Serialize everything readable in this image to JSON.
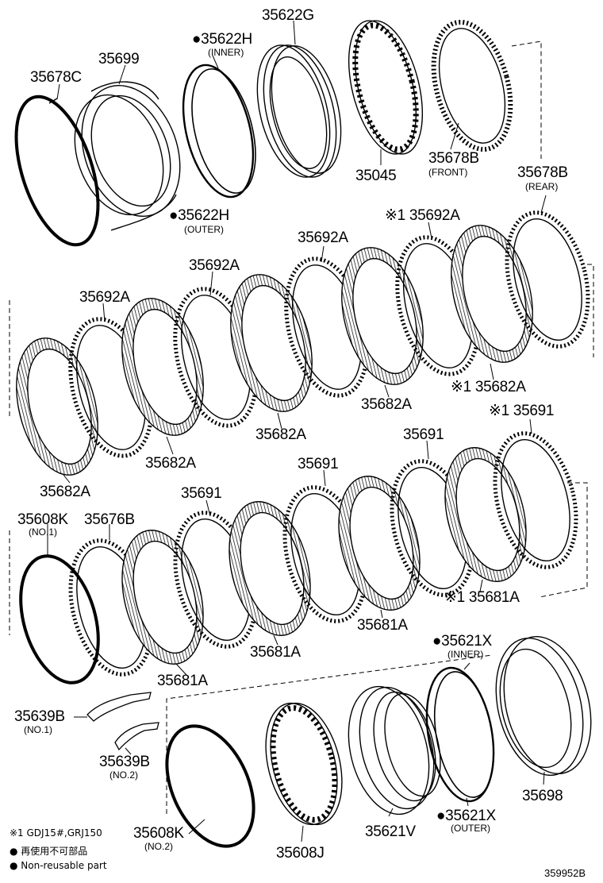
{
  "labels": {
    "p35678C": "35678C",
    "p35699": "35699",
    "p35622H_inner": "●35622H",
    "p35622H_inner_sub": "(INNER)",
    "p35622G": "35622G",
    "p35622H_outer": "●35622H",
    "p35622H_outer_sub": "(OUTER)",
    "p35045": "35045",
    "p35678B_front": "35678B",
    "p35678B_front_sub": "(FRONT)",
    "p35678B_rear": "35678B",
    "p35678B_rear_sub": "(REAR)",
    "p35692A_1": "※1 35692A",
    "p35692A_2": "35692A",
    "p35692A_3": "35692A",
    "p35692A_4": "35692A",
    "p35682A_1": "35682A",
    "p35682A_2": "35682A",
    "p35682A_3": "35682A",
    "p35682A_4": "※1 35682A",
    "p35682A_5": "35682A",
    "p35691_1": "※1 35691",
    "p35691_2": "35691",
    "p35691_3": "35691",
    "p35691_4": "35691",
    "p35608K_1": "35608K",
    "p35608K_1_sub": "(NO.1)",
    "p35676B": "35676B",
    "p35681A_1": "35681A",
    "p35681A_2": "35681A",
    "p35681A_3": "※1 35681A",
    "p35681A_4": "35681A",
    "p35621X_inner": "●35621X",
    "p35621X_inner_sub": "(INNER)",
    "p35621X_outer": "●35621X",
    "p35621X_outer_sub": "(OUTER)",
    "p35698": "35698",
    "p35639B_1": "35639B",
    "p35639B_1_sub": "(NO.1)",
    "p35639B_2": "35639B",
    "p35639B_2_sub": "(NO.2)",
    "p35608K_2": "35608K",
    "p35608K_2_sub": "(NO.2)",
    "p35608J": "35608J",
    "p35621V": "35621V"
  },
  "footnotes": {
    "note1": "※1 GDJ15#,GRJ150",
    "legend_jp": "● 再使用不可部品",
    "legend_en": "● Non-reusable part",
    "diagram_id": "359952B"
  }
}
